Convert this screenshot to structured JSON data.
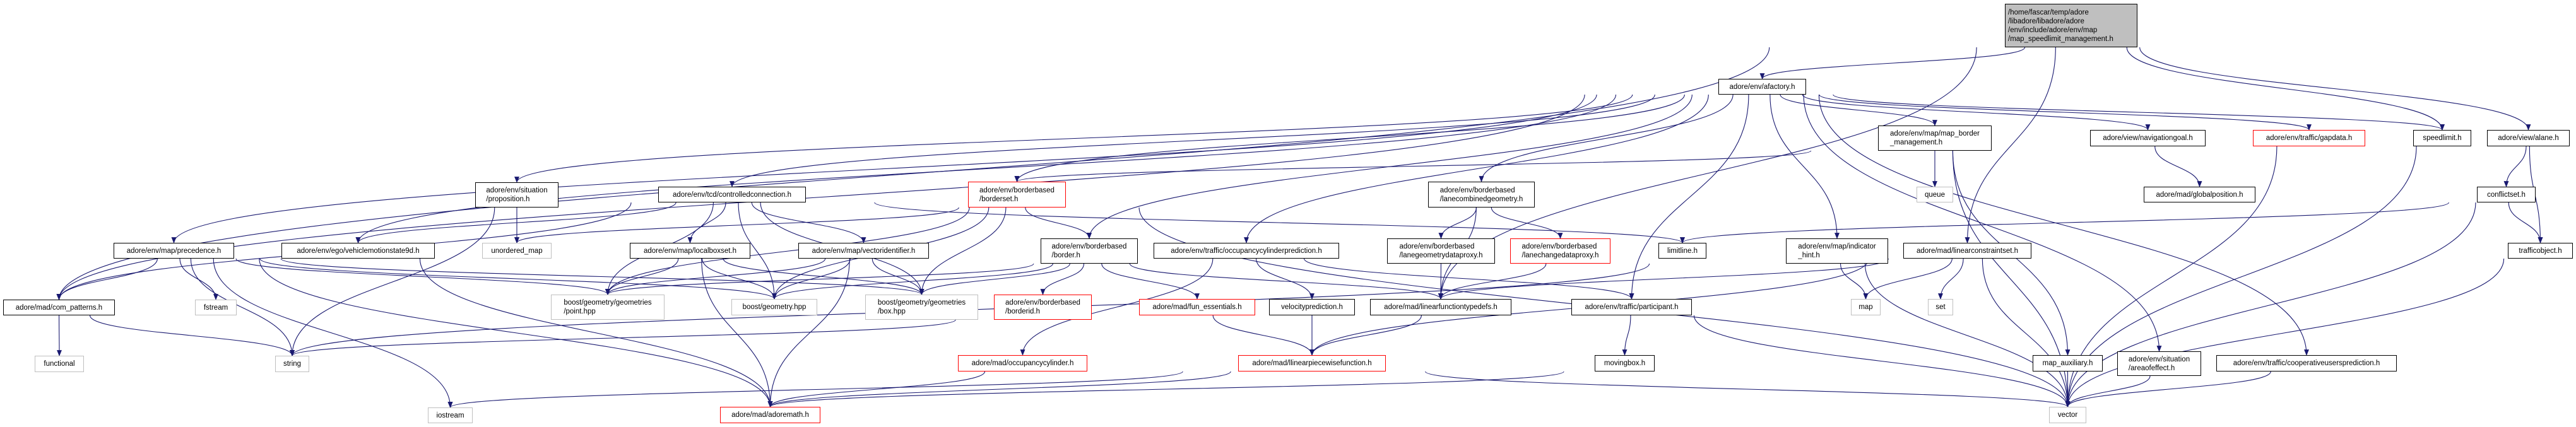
{
  "colors": {
    "edge": "#191970",
    "documented_border": "#000000",
    "undocumented_border": "#ff0000",
    "system_border": "#bfbfbf",
    "root_fill": "#bfbfbf"
  },
  "nodes": [
    {
      "id": "root",
      "label": "/home/fascar/temp/adore\n/libadore/libadore/adore\n/env/include/adore/env/map\n/map_speedlimit_management.h",
      "kind": "root"
    },
    {
      "id": "afactory",
      "label": "adore/env/afactory.h",
      "kind": "black"
    },
    {
      "id": "map_border_management",
      "label": "adore/env/map/map_border\n_management.h",
      "kind": "black"
    },
    {
      "id": "navigationgoal",
      "label": "adore/view/navigationgoal.h",
      "kind": "black"
    },
    {
      "id": "gapdata",
      "label": "adore/env/traffic/gapdata.h",
      "kind": "red"
    },
    {
      "id": "speedlimit",
      "label": "speedlimit.h",
      "kind": "black"
    },
    {
      "id": "alane",
      "label": "adore/view/alane.h",
      "kind": "black"
    },
    {
      "id": "queue",
      "label": "queue",
      "kind": "gray"
    },
    {
      "id": "globalposition",
      "label": "adore/mad/globalposition.h",
      "kind": "black"
    },
    {
      "id": "conflictset",
      "label": "conflictset.h",
      "kind": "black"
    },
    {
      "id": "proposition",
      "label": "adore/env/situation\n/proposition.h",
      "kind": "black"
    },
    {
      "id": "controlledconnection",
      "label": "adore/env/tcd/controlledconnection.h",
      "kind": "black"
    },
    {
      "id": "borderset",
      "label": "adore/env/borderbased\n/borderset.h",
      "kind": "red"
    },
    {
      "id": "lanecombinedgeometry",
      "label": "adore/env/borderbased\n/lanecombinedgeometry.h",
      "kind": "black"
    },
    {
      "id": "precedence",
      "label": "adore/env/map/precedence.h",
      "kind": "black"
    },
    {
      "id": "vehiclemotionstate9d",
      "label": "adore/env/ego/vehiclemotionstate9d.h",
      "kind": "black"
    },
    {
      "id": "unordered_map",
      "label": "unordered_map",
      "kind": "gray"
    },
    {
      "id": "localboxset",
      "label": "adore/env/map/localboxset.h",
      "kind": "black"
    },
    {
      "id": "vectoridentifier",
      "label": "adore/env/map/vectoridentifier.h",
      "kind": "black"
    },
    {
      "id": "border",
      "label": "adore/env/borderbased\n/border.h",
      "kind": "black"
    },
    {
      "id": "occupancycylinderprediction",
      "label": "adore/env/traffic/occupancycylinderprediction.h",
      "kind": "black"
    },
    {
      "id": "lanegeometrydataproxy",
      "label": "adore/env/borderbased\n/lanegeometrydataproxy.h",
      "kind": "black"
    },
    {
      "id": "lanechangedataproxy",
      "label": "adore/env/borderbased\n/lanechangedataproxy.h",
      "kind": "red"
    },
    {
      "id": "limitline",
      "label": "limitline.h",
      "kind": "black"
    },
    {
      "id": "indicator_hint",
      "label": "adore/env/map/indicator\n_hint.h",
      "kind": "black"
    },
    {
      "id": "linearconstraintset",
      "label": "adore/mad/linearconstraintset.h",
      "kind": "black"
    },
    {
      "id": "trafficobject",
      "label": "trafficobject.h",
      "kind": "black"
    },
    {
      "id": "com_patterns",
      "label": "adore/mad/com_patterns.h",
      "kind": "black"
    },
    {
      "id": "fstream",
      "label": "fstream",
      "kind": "gray"
    },
    {
      "id": "point",
      "label": "boost/geometry/geometries\n/point.hpp",
      "kind": "gray"
    },
    {
      "id": "geometry",
      "label": "boost/geometry.hpp",
      "kind": "gray"
    },
    {
      "id": "box",
      "label": "boost/geometry/geometries\n/box.hpp",
      "kind": "gray"
    },
    {
      "id": "borderid",
      "label": "adore/env/borderbased\n/borderid.h",
      "kind": "red"
    },
    {
      "id": "fun_essentials",
      "label": "adore/mad/fun_essentials.h",
      "kind": "red"
    },
    {
      "id": "velocityprediction",
      "label": "velocityprediction.h",
      "kind": "black"
    },
    {
      "id": "linearfunctiontypedefs",
      "label": "adore/mad/linearfunctiontypedefs.h",
      "kind": "black"
    },
    {
      "id": "participant",
      "label": "adore/env/traffic/participant.h",
      "kind": "black"
    },
    {
      "id": "map",
      "label": "map",
      "kind": "gray"
    },
    {
      "id": "set",
      "label": "set",
      "kind": "gray"
    },
    {
      "id": "functional",
      "label": "functional",
      "kind": "gray"
    },
    {
      "id": "string",
      "label": "string",
      "kind": "gray"
    },
    {
      "id": "occupancycylinder",
      "label": "adore/mad/occupancycylinder.h",
      "kind": "red"
    },
    {
      "id": "linearpiecewisefunction",
      "label": "adore/mad/llinearpiecewisefunction.h",
      "kind": "red"
    },
    {
      "id": "movingbox",
      "label": "movingbox.h",
      "kind": "black"
    },
    {
      "id": "map_auxiliary",
      "label": "map_auxiliary.h",
      "kind": "black"
    },
    {
      "id": "areaofeffect",
      "label": "adore/env/situation\n/areaofeffect.h",
      "kind": "black"
    },
    {
      "id": "cooperativeusersprediction",
      "label": "adore/env/traffic/cooperativeusersprediction.h",
      "kind": "black"
    },
    {
      "id": "iostream",
      "label": "iostream",
      "kind": "gray"
    },
    {
      "id": "adoremath",
      "label": "adore/mad/adoremath.h",
      "kind": "red"
    },
    {
      "id": "vector",
      "label": "vector",
      "kind": "gray"
    }
  ],
  "edges": [
    [
      "root",
      "afactory"
    ],
    [
      "root",
      "com_patterns"
    ],
    [
      "root",
      "linearfunctiontypedefs"
    ],
    [
      "root",
      "linearconstraintset"
    ],
    [
      "root",
      "speedlimit"
    ],
    [
      "root",
      "alane"
    ],
    [
      "afactory",
      "map_border_management"
    ],
    [
      "afactory",
      "navigationgoal"
    ],
    [
      "afactory",
      "gapdata"
    ],
    [
      "afactory",
      "speedlimit"
    ],
    [
      "afactory",
      "areaofeffect"
    ],
    [
      "afactory",
      "cooperativeusersprediction"
    ],
    [
      "afactory",
      "lanecombinedgeometry"
    ],
    [
      "afactory",
      "indicator_hint"
    ],
    [
      "afactory",
      "participant"
    ],
    [
      "afactory",
      "occupancycylinderprediction"
    ],
    [
      "afactory",
      "border"
    ],
    [
      "afactory",
      "borderset"
    ],
    [
      "afactory",
      "controlledconnection"
    ],
    [
      "afactory",
      "proposition"
    ],
    [
      "afactory",
      "precedence"
    ],
    [
      "afactory",
      "vehiclemotionstate9d"
    ],
    [
      "afactory",
      "com_patterns"
    ],
    [
      "map_border_management",
      "queue"
    ],
    [
      "map_border_management",
      "vector"
    ],
    [
      "map_border_management",
      "map_auxiliary"
    ],
    [
      "map_border_management",
      "borderset"
    ],
    [
      "navigationgoal",
      "globalposition"
    ],
    [
      "gapdata",
      "vector"
    ],
    [
      "speedlimit",
      "vector"
    ],
    [
      "alane",
      "conflictset"
    ],
    [
      "alane",
      "trafficobject"
    ],
    [
      "conflictset",
      "trafficobject"
    ],
    [
      "conflictset",
      "vector"
    ],
    [
      "conflictset",
      "limitline"
    ],
    [
      "trafficobject",
      "vector"
    ],
    [
      "linearconstraintset",
      "set"
    ],
    [
      "linearconstraintset",
      "vector"
    ],
    [
      "linearconstraintset",
      "linearfunctiontypedefs"
    ],
    [
      "linearconstraintset",
      "linearpiecewisefunction"
    ],
    [
      "linearconstraintset",
      "map"
    ],
    [
      "indicator_hint",
      "map"
    ],
    [
      "indicator_hint",
      "vector"
    ],
    [
      "indicator_hint",
      "string"
    ],
    [
      "lanecombinedgeometry",
      "lanegeometrydataproxy"
    ],
    [
      "lanecombinedgeometry",
      "lanechangedataproxy"
    ],
    [
      "lanecombinedgeometry",
      "linearfunctiontypedefs"
    ],
    [
      "lanegeometrydataproxy",
      "linearfunctiontypedefs"
    ],
    [
      "lanechangedataproxy",
      "linearfunctiontypedefs"
    ],
    [
      "participant",
      "movingbox"
    ],
    [
      "participant",
      "vector"
    ],
    [
      "movingbox",
      "adoremath"
    ],
    [
      "linearfunctiontypedefs",
      "linearpiecewisefunction"
    ],
    [
      "velocityprediction",
      "linearpiecewisefunction"
    ],
    [
      "occupancycylinderprediction",
      "velocityprediction"
    ],
    [
      "occupancycylinderprediction",
      "occupancycylinder"
    ],
    [
      "occupancycylinderprediction",
      "participant"
    ],
    [
      "linearpiecewisefunction",
      "adoremath"
    ],
    [
      "linearpiecewisefunction",
      "iostream"
    ],
    [
      "linearpiecewisefunction",
      "vector"
    ],
    [
      "occupancycylinder",
      "adoremath"
    ],
    [
      "fun_essentials",
      "linearpiecewisefunction"
    ],
    [
      "border",
      "box"
    ],
    [
      "border",
      "geometry"
    ],
    [
      "border",
      "point"
    ],
    [
      "border",
      "borderid"
    ],
    [
      "border",
      "fun_essentials"
    ],
    [
      "border",
      "linearfunctiontypedefs"
    ],
    [
      "borderid",
      "string"
    ],
    [
      "borderset",
      "border"
    ],
    [
      "borderset",
      "box"
    ],
    [
      "borderset",
      "geometry"
    ],
    [
      "borderset",
      "point"
    ],
    [
      "borderset",
      "unordered_map"
    ],
    [
      "borderset",
      "vector"
    ],
    [
      "controlledconnection",
      "localboxset"
    ],
    [
      "controlledconnection",
      "vectoridentifier"
    ],
    [
      "controlledconnection",
      "geometry"
    ],
    [
      "controlledconnection",
      "box"
    ],
    [
      "controlledconnection",
      "point"
    ],
    [
      "controlledconnection",
      "vehiclemotionstate9d"
    ],
    [
      "controlledconnection",
      "com_patterns"
    ],
    [
      "controlledconnection",
      "limitline"
    ],
    [
      "localboxset",
      "point"
    ],
    [
      "localboxset",
      "geometry"
    ],
    [
      "localboxset",
      "box"
    ],
    [
      "localboxset",
      "adoremath"
    ],
    [
      "vectoridentifier",
      "point"
    ],
    [
      "vectoridentifier",
      "geometry"
    ],
    [
      "vectoridentifier",
      "box"
    ],
    [
      "vectoridentifier",
      "adoremath"
    ],
    [
      "proposition",
      "unordered_map"
    ],
    [
      "proposition",
      "string"
    ],
    [
      "precedence",
      "com_patterns"
    ],
    [
      "precedence",
      "fstream"
    ],
    [
      "precedence",
      "string"
    ],
    [
      "precedence",
      "iostream"
    ],
    [
      "precedence",
      "adoremath"
    ],
    [
      "precedence",
      "point"
    ],
    [
      "precedence",
      "geometry"
    ],
    [
      "precedence",
      "box"
    ],
    [
      "vehiclemotionstate9d",
      "adoremath"
    ],
    [
      "com_patterns",
      "functional"
    ],
    [
      "com_patterns",
      "string"
    ],
    [
      "map_auxiliary",
      "vector"
    ],
    [
      "areaofeffect",
      "vector"
    ],
    [
      "cooperativeusersprediction",
      "vector"
    ]
  ]
}
